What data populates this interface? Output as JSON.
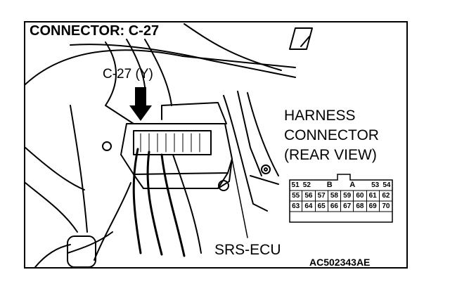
{
  "diagram": {
    "title": "CONNECTOR: C-27",
    "callout_label": "C-27 (Y)",
    "harness_lines": [
      "HARNESS",
      "CONNECTOR",
      "(REAR VIEW)"
    ],
    "ecu_label": "SRS-ECU",
    "figure_code": "AC502343AE"
  },
  "connector": {
    "top_row": [
      "51",
      "52",
      "",
      "B",
      "",
      "A",
      "",
      "53",
      "54"
    ],
    "middle_row": [
      "55",
      "56",
      "57",
      "58",
      "59",
      "60",
      "61",
      "62"
    ],
    "bottom_row": [
      "63",
      "64",
      "65",
      "66",
      "67",
      "68",
      "69",
      "70"
    ]
  }
}
